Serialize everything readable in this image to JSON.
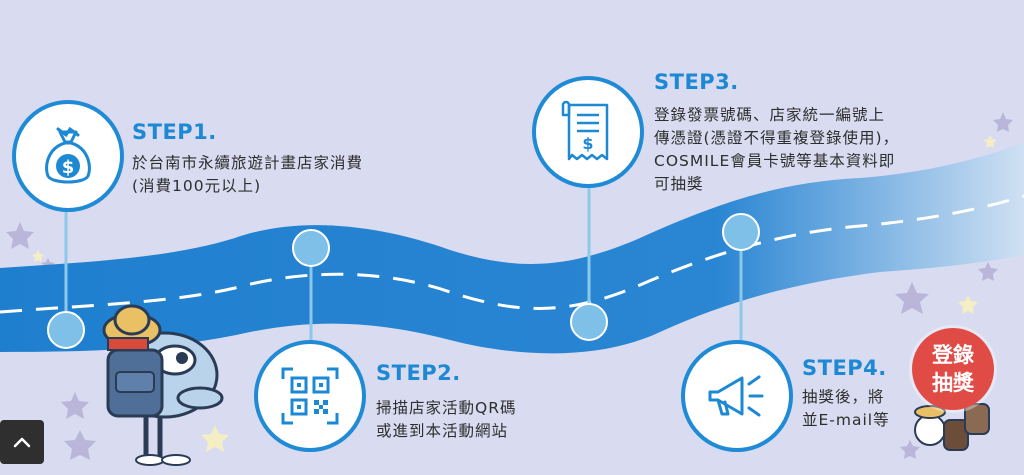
{
  "steps": [
    {
      "title": "STEP1.",
      "lines": [
        "於台南市永續旅遊計畫店家消費",
        "(消費100元以上)"
      ],
      "icon": "money-bag-icon"
    },
    {
      "title": "STEP2.",
      "lines": [
        "掃描店家活動QR碼",
        "或進到本活動網站"
      ],
      "icon": "qr-code-icon"
    },
    {
      "title": "STEP3.",
      "lines": [
        "登錄發票號碼、店家統一編號上",
        "傳憑證(憑證不得重複登錄使用)，",
        "COSMILE會員卡號等基本資料即",
        "可抽獎"
      ],
      "icon": "receipt-icon"
    },
    {
      "title": "STEP4.",
      "lines": [
        "抽獎後，將",
        "並E-mail等"
      ],
      "icon": "megaphone-icon"
    }
  ],
  "badge": {
    "line1": "登錄",
    "line2": "抽獎"
  },
  "scroll_top": {
    "icon": "chevron-up-icon"
  },
  "colors": {
    "accent": "#1d88d3",
    "road": "#1f7fcf",
    "badge": "#e14b46",
    "background": "#d9dcf0"
  }
}
